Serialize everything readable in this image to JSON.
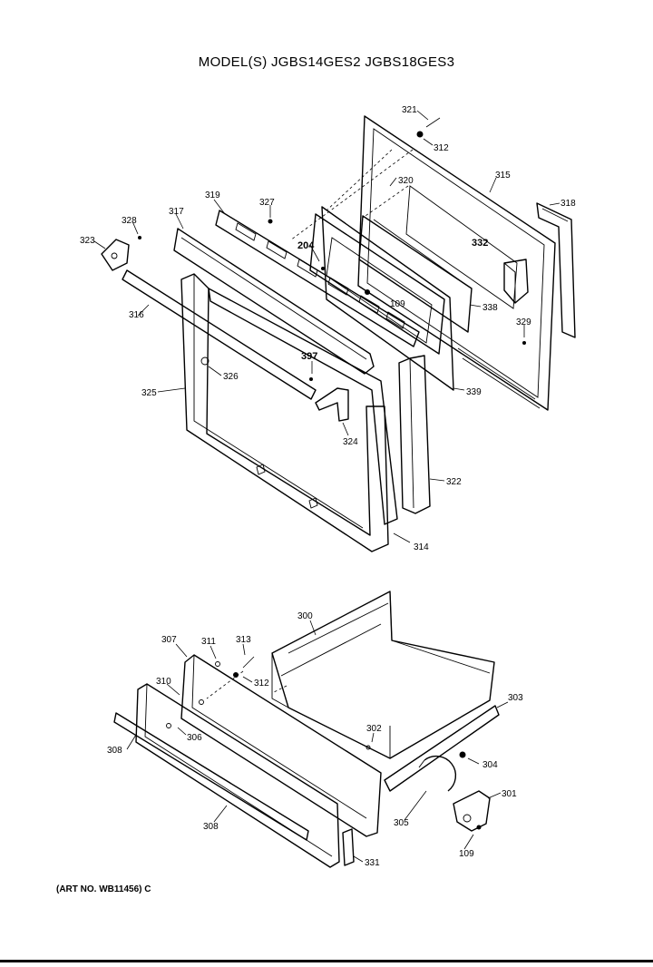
{
  "title": "MODEL(S) JGBS14GES2  JGBS18GES3",
  "art_number": "(ART NO. WB11456) C",
  "callouts": {
    "p321": "321",
    "p312a": "312",
    "p315": "315",
    "p318": "318",
    "p320": "320",
    "p319": "319",
    "p327": "327",
    "p317": "317",
    "p328": "328",
    "p323": "323",
    "p204": "204",
    "p332": "332",
    "p109a": "109",
    "p338": "338",
    "p329": "329",
    "p316": "316",
    "p397": "397",
    "p326": "326",
    "p325": "325",
    "p339": "339",
    "p324": "324",
    "p322": "322",
    "p314": "314",
    "p300": "300",
    "p307": "307",
    "p311": "311",
    "p313": "313",
    "p312b": "312",
    "p310": "310",
    "p306a": "306",
    "p308a": "308",
    "p302": "302",
    "p303": "303",
    "p304": "304",
    "p308b": "308",
    "p305": "305",
    "p301": "301",
    "p109b": "109",
    "p331": "331"
  }
}
